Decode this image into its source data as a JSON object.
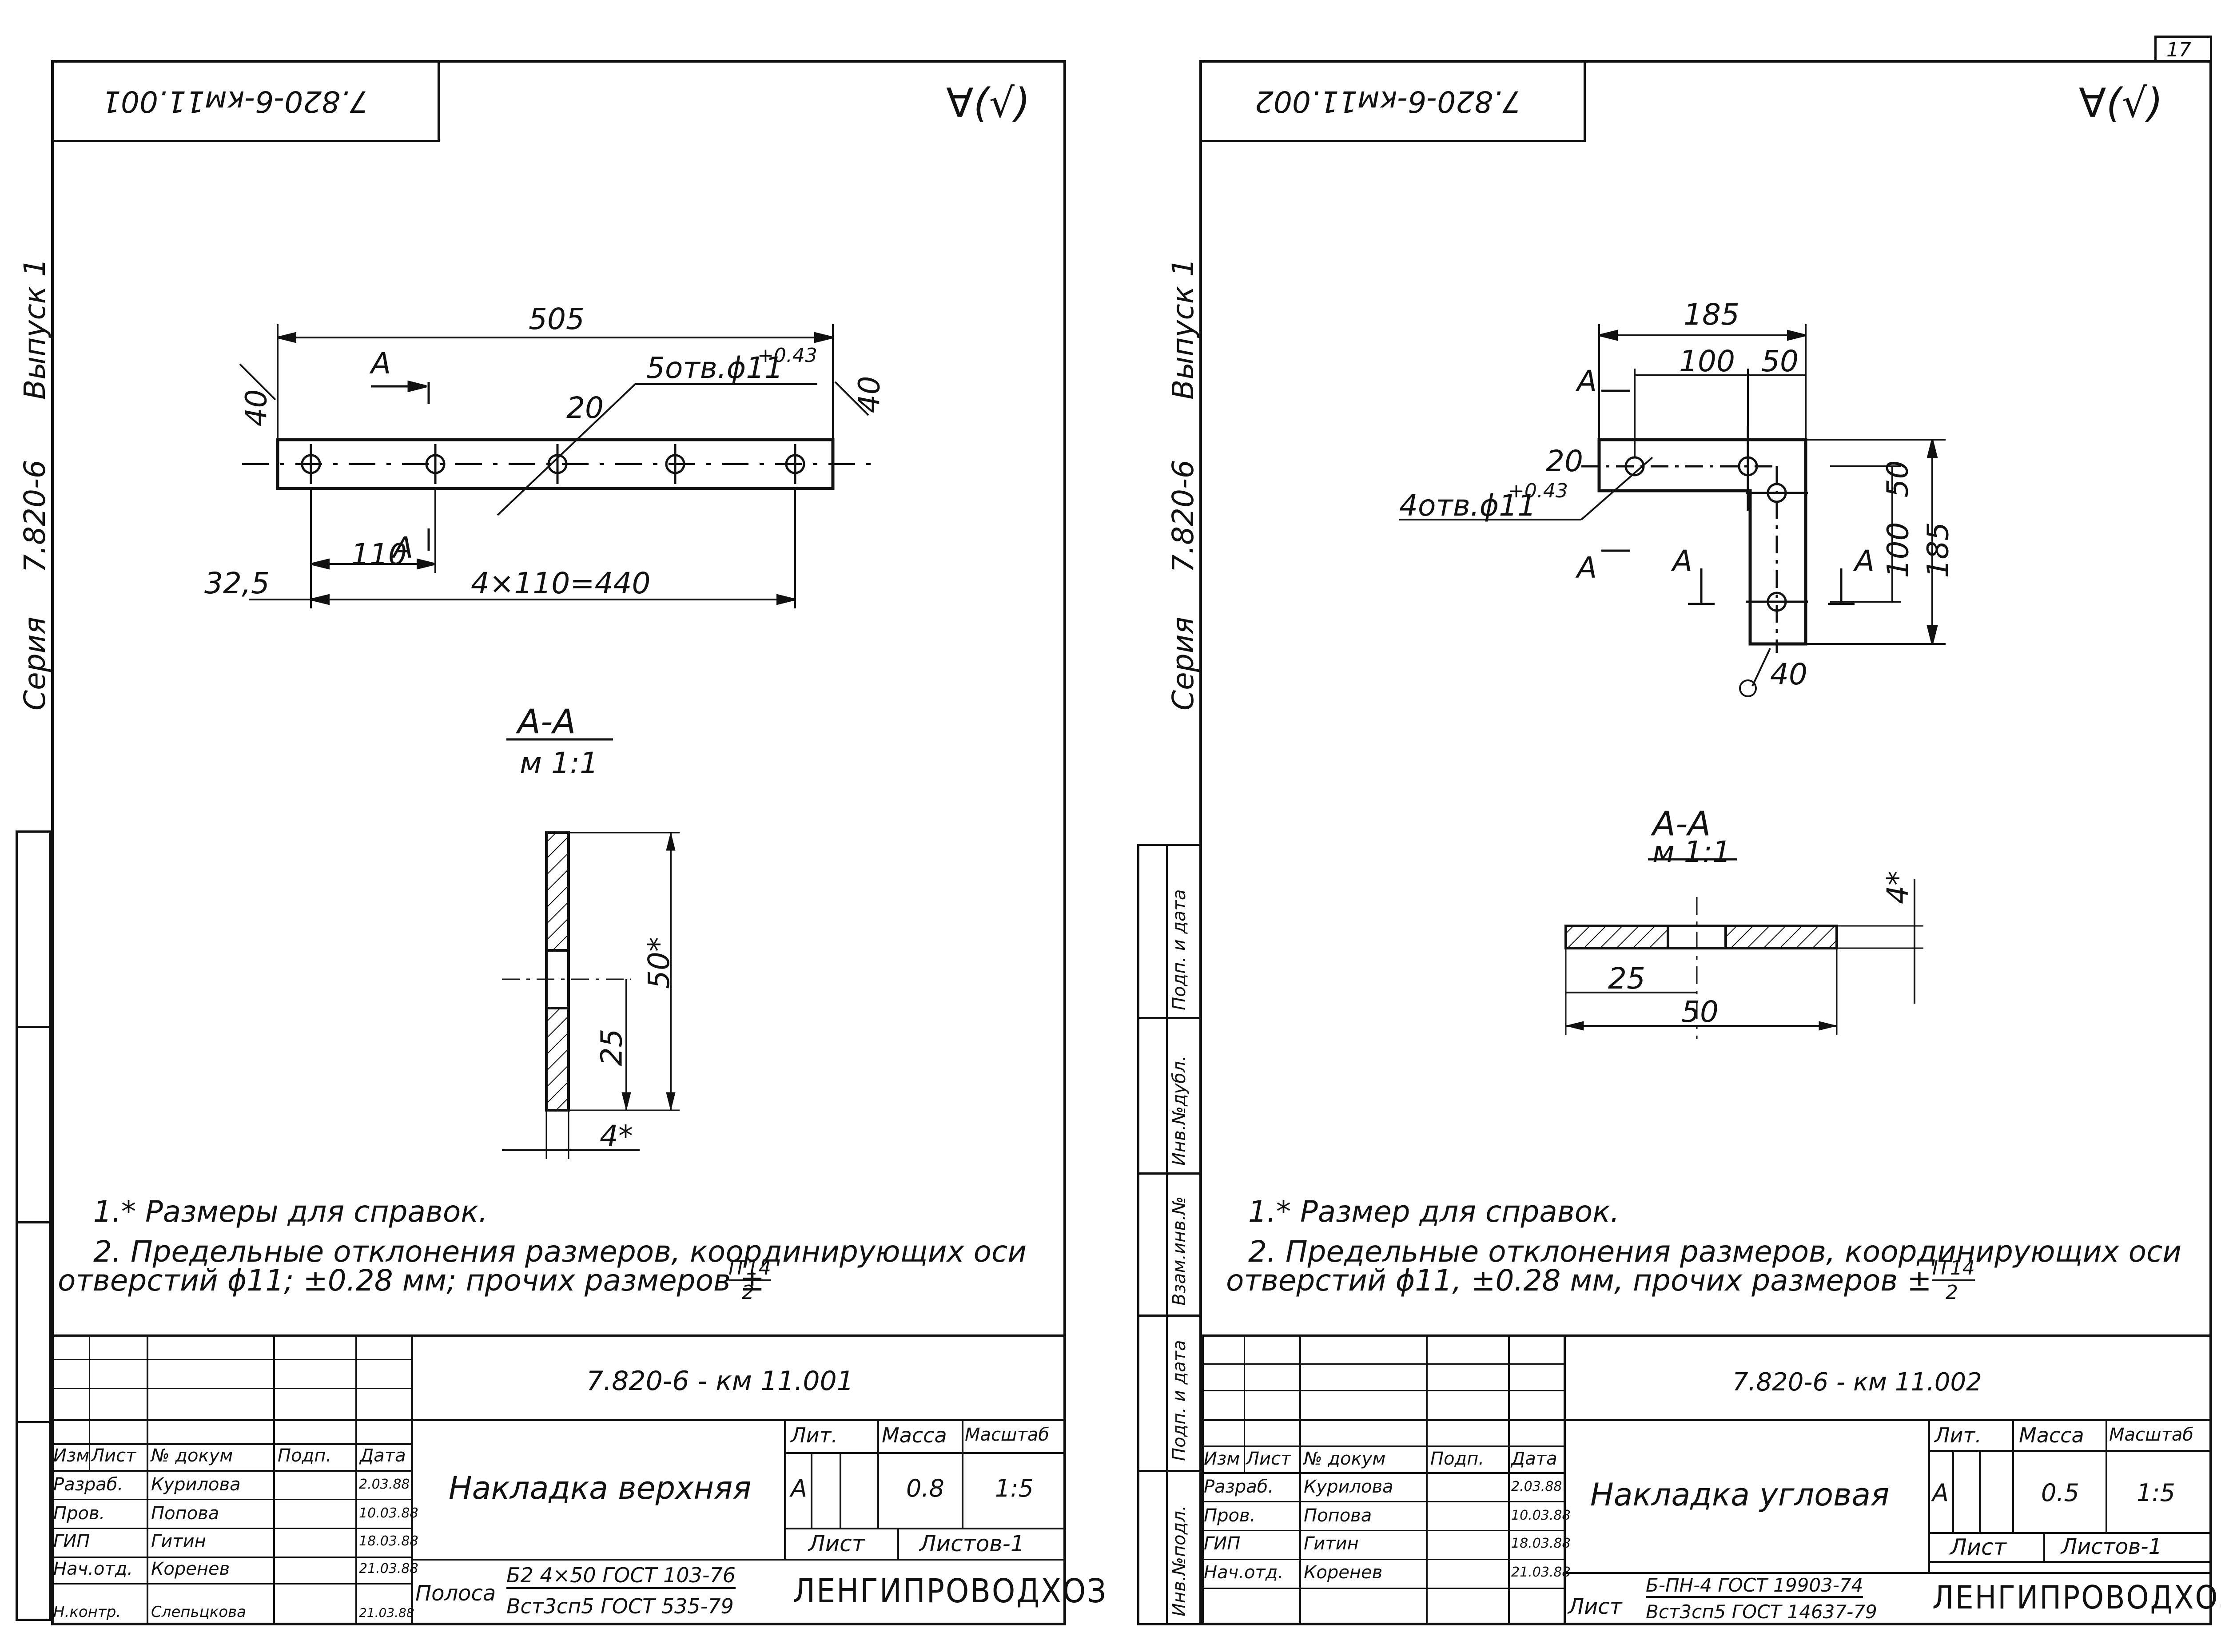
{
  "page_number": "17",
  "left_sheet": {
    "stamp_code_rotated": "7.820-6-км11.001",
    "roughness": "∀(√)",
    "side_labels": {
      "series": "Серия",
      "series_value": "7.820-6",
      "issue": "Выпуск 1"
    },
    "dims": {
      "total": "505",
      "width": "40",
      "width_right": "40",
      "hole_edge": "20",
      "holes": "5отв.ϕ11",
      "tolerance": "+0.43",
      "section_mark": "А",
      "pitch": "110",
      "offset": "32,5",
      "chain": "4×110=440"
    },
    "section": {
      "title": "А-А",
      "scale": "м 1:1",
      "h50": "50*",
      "h25": "25",
      "thick": "4*"
    },
    "notes": [
      "1.* Размеры для справок.",
      "2. Предельные отклонения размеров, координирующих оси",
      "отверстий ϕ11; ±0.28 мм; прочих размеров ±",
      "IT14",
      "2"
    ],
    "title_block": {
      "doc_code": "7.820-6 - км 11.001",
      "name": "Накладка верхняя",
      "header": {
        "izm": "Изм",
        "list": "Лист",
        "ndoc": "№ докум",
        "podp": "Подп.",
        "data": "Дата"
      },
      "rows": [
        {
          "role": "Разраб.",
          "person": "Курилова",
          "date": "2.03.88"
        },
        {
          "role": "Пров.",
          "person": "Попова",
          "date": "10.03.88"
        },
        {
          "role": "ГИП",
          "person": "Гитин",
          "date": "18.03.88"
        },
        {
          "role": "Нач.отд.",
          "person": "Коренев",
          "date": "21.03.88"
        },
        {
          "role": "Н.контр.",
          "person": "Слепьцкова",
          "date": "21.03.88"
        }
      ],
      "lit_label": "Лит.",
      "mass_label": "Масса",
      "scale_label": "Масштаб",
      "lit": "А",
      "mass": "0.8",
      "scale": "1:5",
      "sheet_label": "Лист",
      "sheets_label": "Листов-1",
      "material_prefix": "Полоса",
      "material_top": "Б2 4×50 ГОСТ 103-76",
      "material_bottom": "Вст3сп5 ГОСТ 535-79",
      "org": "ЛЕНГИПРОВОДХОЗ"
    }
  },
  "right_sheet": {
    "stamp_code_rotated": "7.820-6-км11.002",
    "roughness": "∀(√)",
    "side_labels": {
      "series": "Серия",
      "series_value": "7.820-6",
      "issue": "Выпуск 1"
    },
    "side_stamps": [
      "Инв.№подл.",
      "Подп. и дата",
      "Взам.инв.№",
      "Инв.№дубл.",
      "Подп. и дата"
    ],
    "dims": {
      "total_h": "185",
      "d100": "100",
      "d50": "50",
      "edge": "20",
      "holes": "4отв.ϕ11",
      "tolerance": "+0.43",
      "section_mark": "А",
      "v50": "50",
      "v100": "100",
      "v185": "185",
      "width": "40"
    },
    "section": {
      "title": "А-А",
      "scale": "м 1:1",
      "thick": "4*",
      "d25": "25",
      "d50": "50"
    },
    "notes": [
      "1.* Размер для справок.",
      "2. Предельные отклонения размеров, координирующих оси",
      "отверстий ϕ11, ±0.28 мм, прочих размеров ±",
      "IT14",
      "2"
    ],
    "title_block": {
      "doc_code": "7.820-6 - км 11.002",
      "name": "Накладка угловая",
      "header": {
        "izm": "Изм",
        "list": "Лист",
        "ndoc": "№ докум",
        "podp": "Подп.",
        "data": "Дата"
      },
      "rows": [
        {
          "role": "Разраб.",
          "person": "Курилова",
          "date": "2.03.88"
        },
        {
          "role": "Пров.",
          "person": "Попова",
          "date": "10.03.88"
        },
        {
          "role": "ГИП",
          "person": "Гитин",
          "date": "18.03.88"
        },
        {
          "role": "Нач.отд.",
          "person": "Коренев",
          "date": "21.03.88"
        }
      ],
      "lit_label": "Лит.",
      "mass_label": "Масса",
      "scale_label": "Масштаб",
      "lit": "А",
      "mass": "0.5",
      "scale": "1:5",
      "sheet_label": "Лист",
      "sheets_label": "Листов-1",
      "material_prefix": "Лист",
      "material_top": "Б-ПН-4 ГОСТ 19903-74",
      "material_bottom": "Вст3сп5 ГОСТ 14637-79",
      "org": "ЛЕНГИПРОВОДХОЗ"
    }
  }
}
